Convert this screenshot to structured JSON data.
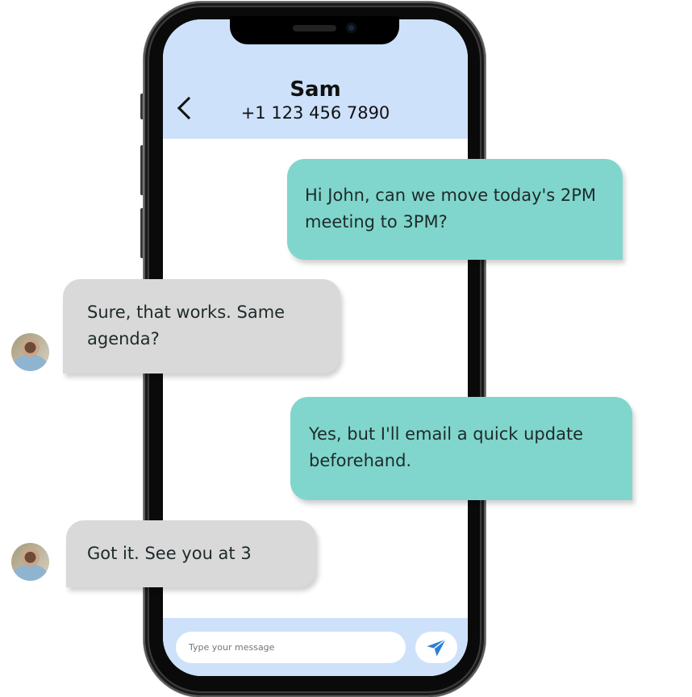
{
  "contact": {
    "name": "Sam",
    "phone": "+1 123 456 7890"
  },
  "messages": [
    {
      "direction": "outgoing",
      "text": "Hi John, can we move today's 2PM meeting to 3PM?"
    },
    {
      "direction": "incoming",
      "text": "Sure, that works. Same agenda?"
    },
    {
      "direction": "outgoing",
      "text": "Yes, but I'll email a quick update beforehand."
    },
    {
      "direction": "incoming",
      "text": "Got it. See you at 3"
    }
  ],
  "composer": {
    "placeholder": "Type your message"
  },
  "icons": {
    "back": "chevron-left-icon",
    "send": "paper-plane-icon"
  },
  "colors": {
    "header_bg": "#cde1fb",
    "outgoing_bubble": "#80d6cc",
    "incoming_bubble": "#d9d9d9",
    "send_icon": "#2a7fd4"
  }
}
